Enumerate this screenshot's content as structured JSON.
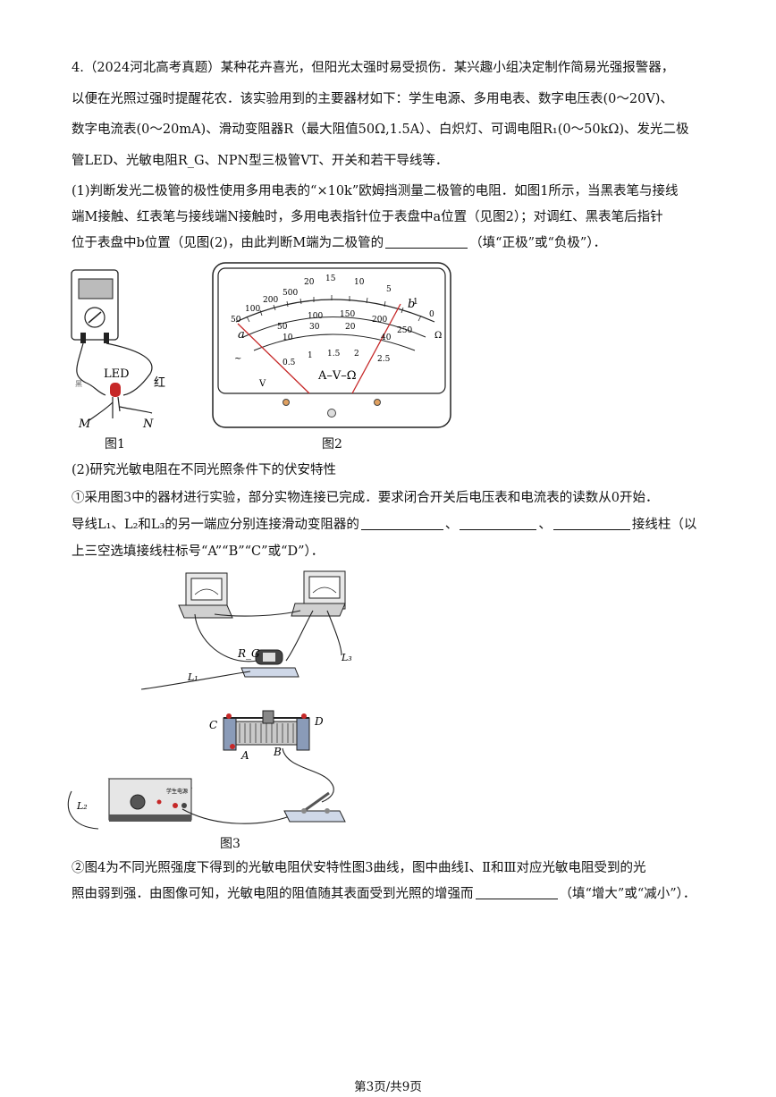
{
  "problem": {
    "lines": [
      "4.（2024河北高考真题）某种花卉喜光，但阳光太强时易受损伤．某兴趣小组决定制作简易光强报警器，",
      "以便在光照过强时提醒花农．该实验用到的主要器材如下：学生电源、多用电表、数字电压表(0～20V)、",
      "数字电流表(0～20mA)、滑动变阻器R（最大阻值50Ω,1.5A）、白炽灯、可调电阻R₁(0～50kΩ)、发光二极",
      "管LED、光敏电阻R_G、NPN型三极管VT、开关和若干导线等．"
    ],
    "part1": {
      "line1": "(1)判断发光二极管的极性使用多用电表的“×10k”欧姆挡测量二极管的电阻．如图1所示，当黑表笔与接线",
      "line2": "端M接触、红表笔与接线端N接触时，多用电表指针位于表盘中a位置（见图2）；对调红、黑表笔后指针",
      "line3_pre": "位于表盘中b位置（见图(2)，由此判断M端为二极管的",
      "line3_post": "（填“正极”或“负极”）．"
    },
    "fig1": {
      "label": "图1",
      "led": "LED",
      "red": "红",
      "black": "黑",
      "m": "M",
      "n": "N"
    },
    "fig2": {
      "label": "图2",
      "meter_text": "A–V–Ω",
      "a": "a",
      "b": "b",
      "ohm": "Ω",
      "v_mark": "V",
      "tilde": "~",
      "ohm_scale": [
        "50",
        "100",
        "200",
        "500",
        "20",
        "15",
        "10",
        "5",
        "1",
        "0"
      ],
      "mid_scale": [
        "100",
        "150",
        "200",
        "250",
        "50",
        "30",
        "20",
        "10",
        "40"
      ],
      "low_scale": [
        "0.5",
        "1",
        "1.5",
        "2",
        "2.5"
      ]
    },
    "part2": {
      "title": "(2)研究光敏电阻在不同光照条件下的伏安特性",
      "line1": "①采用图3中的器材进行实验，部分实物连接已完成．要求闭合开关后电压表和电流表的读数从0开始．",
      "line2_pre": "导线L₁、L₂和L₃的另一端应分别连接滑动变阻器的",
      "sep": "、",
      "line2_post": "接线柱（以",
      "line3": "上三空选填接线柱标号“A”“B”“C”或“D”）．"
    },
    "fig3": {
      "label": "图3",
      "rg": "R_G",
      "l1": "L₁",
      "l2": "L₂",
      "l3": "L₃",
      "a": "A",
      "b": "B",
      "c": "C",
      "d": "D",
      "source_label": "学生电源"
    },
    "part3": {
      "line1": "②图4为不同光照强度下得到的光敏电阻伏安特性图3曲线，图中曲线Ⅰ、Ⅱ和Ⅲ对应光敏电阻受到的光",
      "line2_pre": "照由弱到强．由图像可知，光敏电阻的阻值随其表面受到光照的增强而",
      "line2_post": "（填“增大”或“减小”）．"
    },
    "footer": "第3页/共9页"
  }
}
